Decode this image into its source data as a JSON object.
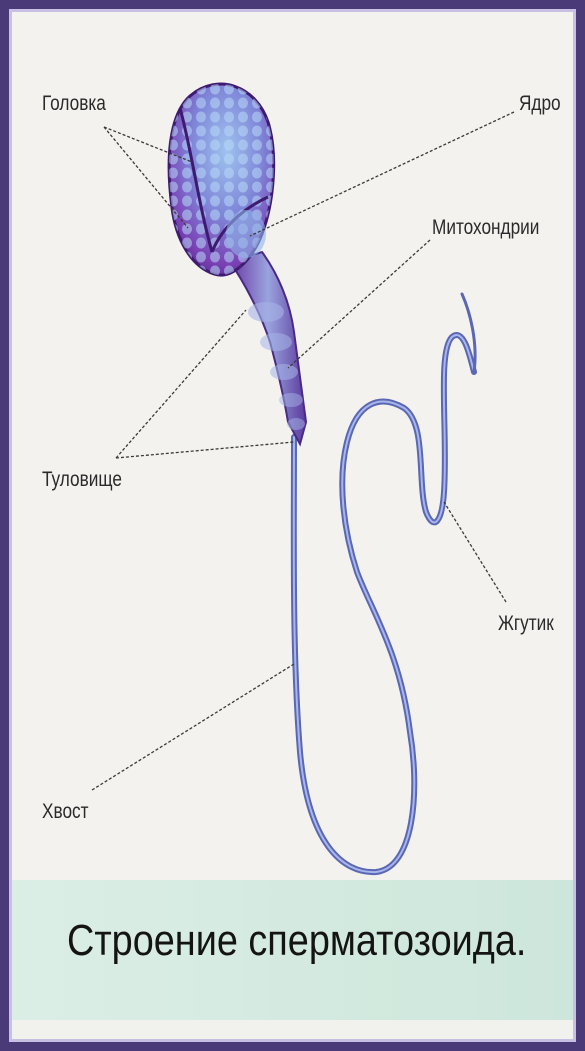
{
  "labels": {
    "head": "Головка",
    "nucleus": "Ядро",
    "mitochondria": "Митохондрии",
    "body": "Туловище",
    "flagellum": "Жгутик",
    "tail": "Хвост"
  },
  "caption": "Строение сперматозоида.",
  "colors": {
    "frame": "#4a3a78",
    "background": "#f3f2ef",
    "caption_band": "#d5ebe1",
    "head_purple": "#7b3fb0",
    "tail_blue": "#6f7fc6"
  }
}
